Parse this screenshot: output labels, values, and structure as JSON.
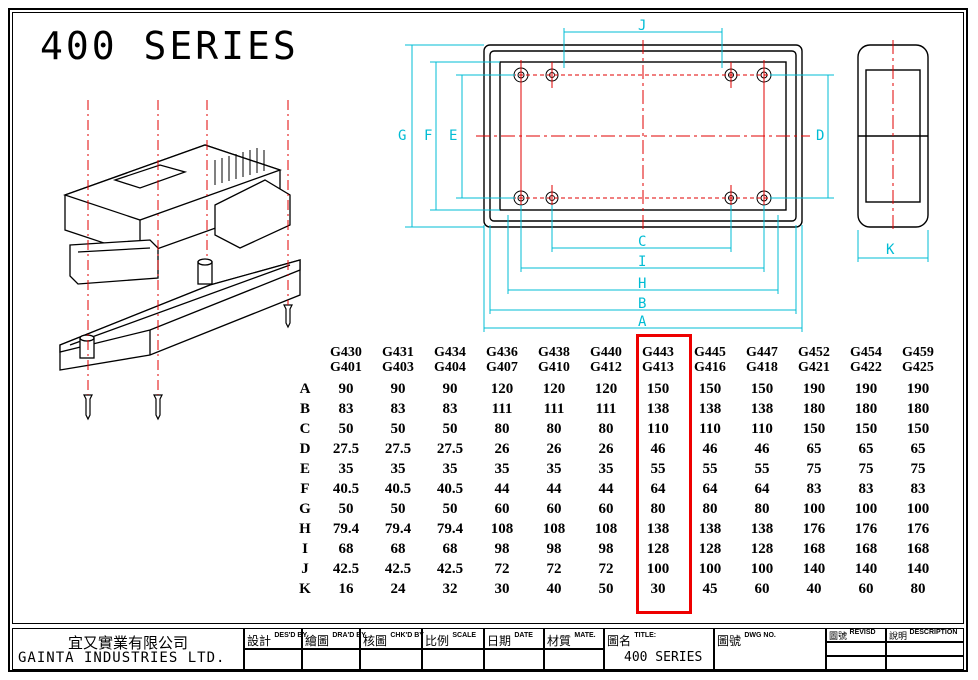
{
  "drawing": {
    "series_title": "400 SERIES",
    "dim_letters": [
      "A",
      "B",
      "C",
      "D",
      "E",
      "F",
      "G",
      "H",
      "I",
      "J",
      "K"
    ]
  },
  "table": {
    "headers": [
      [
        "G430",
        "G401"
      ],
      [
        "G431",
        "G403"
      ],
      [
        "G434",
        "G404"
      ],
      [
        "G436",
        "G407"
      ],
      [
        "G438",
        "G410"
      ],
      [
        "G440",
        "G412"
      ],
      [
        "G443",
        "G413"
      ],
      [
        "G445",
        "G416"
      ],
      [
        "G447",
        "G418"
      ],
      [
        "G452",
        "G421"
      ],
      [
        "G454",
        "G422"
      ],
      [
        "G459",
        "G425"
      ]
    ],
    "rows": [
      {
        "label": "A",
        "values": [
          "90",
          "90",
          "90",
          "120",
          "120",
          "120",
          "150",
          "150",
          "150",
          "190",
          "190",
          "190"
        ]
      },
      {
        "label": "B",
        "values": [
          "83",
          "83",
          "83",
          "111",
          "111",
          "111",
          "138",
          "138",
          "138",
          "180",
          "180",
          "180"
        ]
      },
      {
        "label": "C",
        "values": [
          "50",
          "50",
          "50",
          "80",
          "80",
          "80",
          "110",
          "110",
          "110",
          "150",
          "150",
          "150"
        ]
      },
      {
        "label": "D",
        "values": [
          "27.5",
          "27.5",
          "27.5",
          "26",
          "26",
          "26",
          "46",
          "46",
          "46",
          "65",
          "65",
          "65"
        ]
      },
      {
        "label": "E",
        "values": [
          "35",
          "35",
          "35",
          "35",
          "35",
          "35",
          "55",
          "55",
          "55",
          "75",
          "75",
          "75"
        ]
      },
      {
        "label": "F",
        "values": [
          "40.5",
          "40.5",
          "40.5",
          "44",
          "44",
          "44",
          "64",
          "64",
          "64",
          "83",
          "83",
          "83"
        ]
      },
      {
        "label": "G",
        "values": [
          "50",
          "50",
          "50",
          "60",
          "60",
          "60",
          "80",
          "80",
          "80",
          "100",
          "100",
          "100"
        ]
      },
      {
        "label": "H",
        "values": [
          "79.4",
          "79.4",
          "79.4",
          "108",
          "108",
          "108",
          "138",
          "138",
          "138",
          "176",
          "176",
          "176"
        ]
      },
      {
        "label": "I",
        "values": [
          "68",
          "68",
          "68",
          "98",
          "98",
          "98",
          "128",
          "128",
          "128",
          "168",
          "168",
          "168"
        ]
      },
      {
        "label": "J",
        "values": [
          "42.5",
          "42.5",
          "42.5",
          "72",
          "72",
          "72",
          "100",
          "100",
          "100",
          "140",
          "140",
          "140"
        ]
      },
      {
        "label": "K",
        "values": [
          "16",
          "24",
          "32",
          "30",
          "40",
          "50",
          "30",
          "45",
          "60",
          "40",
          "60",
          "80"
        ]
      }
    ],
    "highlight_column": 6,
    "highlight_color": "#e00000"
  },
  "title_block": {
    "company_cn": "宜又實業有限公司",
    "company_en": "GAINTA INDUSTRIES LTD.",
    "designed_cn": "設計",
    "designed_en": "DES'D BY",
    "drawn_cn": "繪圖",
    "drawn_en": "DRA'D BY",
    "checked_cn": "核圖",
    "checked_en": "CHK'D BY",
    "scale_cn": "比例",
    "scale_en": "SCALE",
    "date_cn": "日期",
    "date_en": "DATE",
    "material_cn": "材質",
    "material_en": "MATE.",
    "title_cn": "圖名",
    "title_en": "TITLE:",
    "title_value": "400 SERIES",
    "dwg_cn": "圖號",
    "dwg_en": "DWG NO.",
    "revisd_cn": "圖號",
    "revisd_en": "REVISD",
    "desc_cn": "說明",
    "desc_en": "DESCRIPTION"
  },
  "colors": {
    "dimension": "#00bcd4",
    "centerline": "#e00000",
    "outline": "#000000"
  }
}
